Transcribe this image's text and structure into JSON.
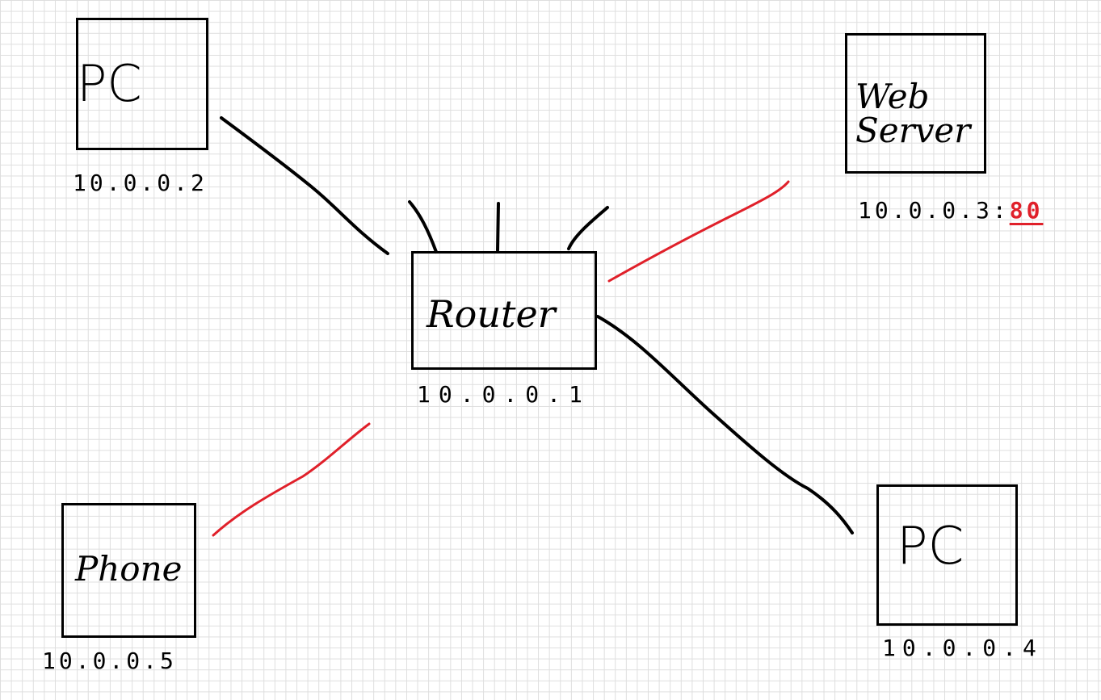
{
  "colors": {
    "wired_link": "#000000",
    "wireless_link": "#e0202a",
    "port_highlight": "#e0202a",
    "grid": "#dedede"
  },
  "nodes": {
    "pc_top_left": {
      "label": "PC",
      "ip": "10.0.0.2"
    },
    "web_server": {
      "label": "Web\nServer",
      "ip": "10.0.0.3:",
      "port": "80"
    },
    "router": {
      "label": "Router",
      "ip": "10.0.0.1"
    },
    "phone": {
      "label": "Phone",
      "ip": "10.0.0.5"
    },
    "pc_bottom_right": {
      "label": "PC",
      "ip": "10.0.0.4"
    }
  },
  "links": [
    {
      "from": "pc_top_left",
      "to": "router",
      "kind": "wired"
    },
    {
      "from": "router",
      "to": "pc_bottom_right",
      "kind": "wired"
    },
    {
      "from": "router",
      "to": "web_server",
      "kind": "wireless"
    },
    {
      "from": "router",
      "to": "phone",
      "kind": "wireless"
    }
  ]
}
